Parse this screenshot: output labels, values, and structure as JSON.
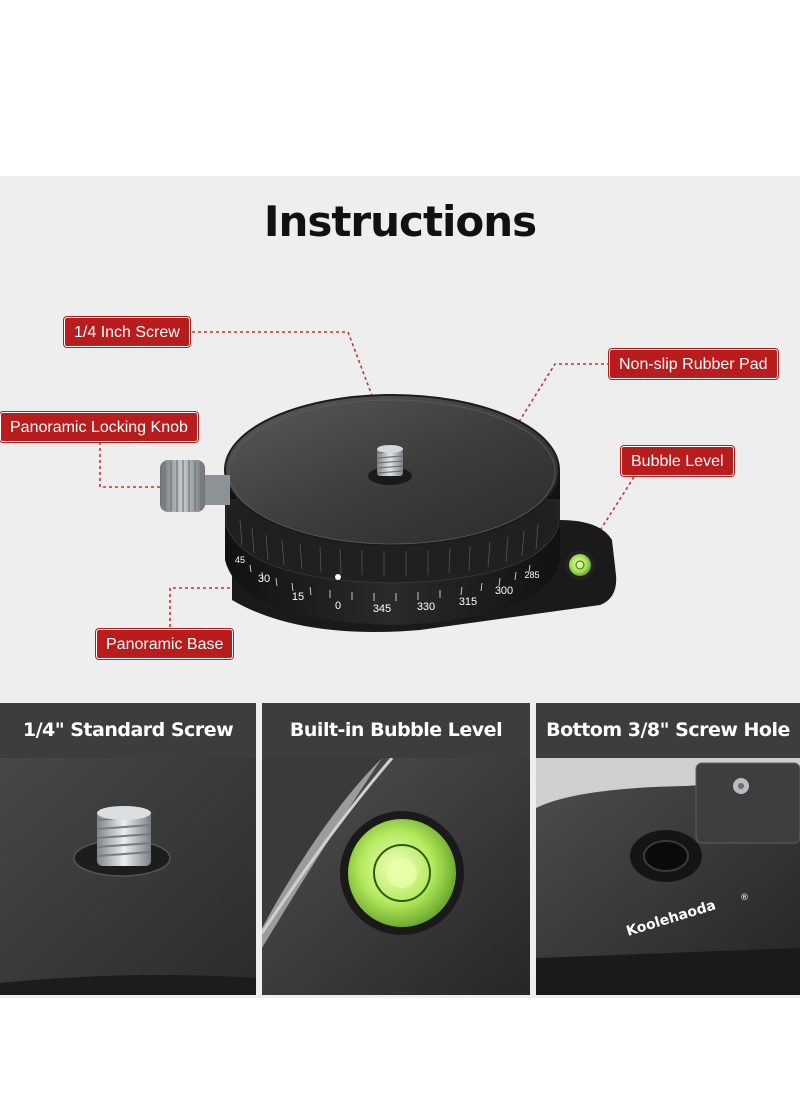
{
  "title": "Instructions",
  "callouts": {
    "screw": "1/4 Inch Screw",
    "pad": "Non-slip Rubber Pad",
    "knob": "Panoramic Locking Knob",
    "bubble": "Bubble Level",
    "base": "Panoramic Base"
  },
  "scale_labels": [
    "45",
    "30",
    "15",
    "0",
    "345",
    "330",
    "315",
    "300",
    "285"
  ],
  "brand": "Koolehaoda",
  "brand_mark": "®",
  "features": [
    {
      "label": "1/4\" Standard Screw"
    },
    {
      "label": "Built-in Bubble Level"
    },
    {
      "label": "Bottom 3/8\" Screw Hole"
    }
  ],
  "colors": {
    "callout_bg": "#b81c1c",
    "panel_bg": "#eeeeee",
    "header_bg": "#3d3d3d",
    "bubble_green": "#a8e05a"
  }
}
